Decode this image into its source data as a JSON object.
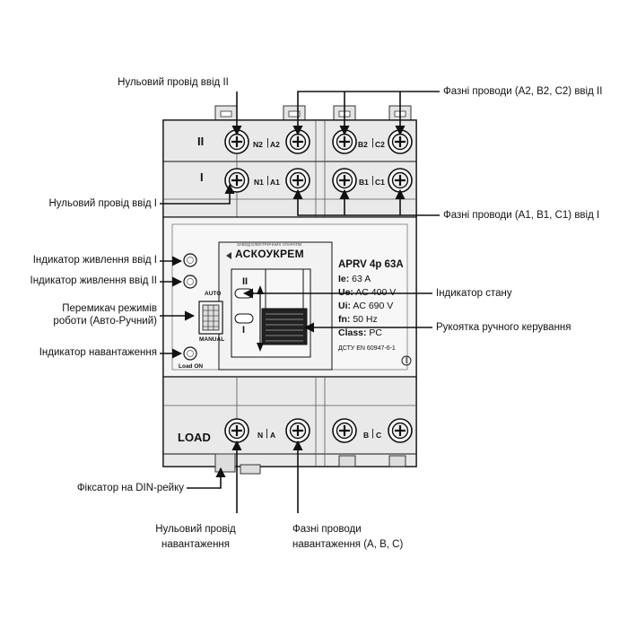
{
  "annotations": {
    "neutral_input_2": "Нульовий провід ввід II",
    "phase_input_2": "Фазні проводи (A2, B2, C2) ввід II",
    "neutral_input_1": "Нульовий провід ввід I",
    "phase_input_1": "Фазні проводи (A1, B1, C1) ввід I",
    "power_indicator_1": "Індикатор живлення ввід I",
    "power_indicator_2": "Індикатор живлення ввід II",
    "mode_switch": "Перемикач режимів\nроботи (Авто-Ручний)",
    "state_indicator": "Індикатор стану",
    "manual_handle": "Рукоятка ручного керування",
    "load_indicator": "Індикатор навантаження",
    "din_latch": "Фіксатор на DIN-рейку",
    "load_neutral": "Нульовий провід\nнавантаження",
    "load_phases": "Фазні проводи\nнавантаження (A, B, C)"
  },
  "device": {
    "row2_mark": "II",
    "row1_mark": "I",
    "terminal_n2": "N2",
    "terminal_a2": "A2",
    "terminal_b2": "B2",
    "terminal_c2": "C2",
    "terminal_n1": "N1",
    "terminal_a1": "A1",
    "terminal_b1": "B1",
    "terminal_c1": "C1",
    "terminal_n": "N",
    "terminal_a": "A",
    "terminal_b": "B",
    "terminal_c": "C",
    "load_label": "LOAD",
    "auto_label": "AUTO",
    "manual_label": "MANUAL",
    "load_on_label": "Load ON",
    "logo_tagline": "ЗАВОД ЕЛЕКТРИЧНИХ АПАРАТІВ",
    "logo_name": "АСКОУКРЕМ",
    "handle_pos_2": "II",
    "handle_pos_1": "I"
  },
  "specs": {
    "model_label": "APRV  4p 63A",
    "ie_key": "Ie:",
    "ie_value": " 63 A",
    "ue_key": "Ue:",
    "ue_value": "  AC 400 V",
    "ui_key": "Ui:",
    "ui_value": "  AC 690 V",
    "fn_key": "fn:",
    "fn_value": " 50 Hz",
    "class_key": "Class:",
    "class_value": " PC",
    "standard": "ДСТУ EN 60947-6-1"
  },
  "colors": {
    "body": "#ececec",
    "panel": "#f5f5f5",
    "line": "#111111"
  }
}
